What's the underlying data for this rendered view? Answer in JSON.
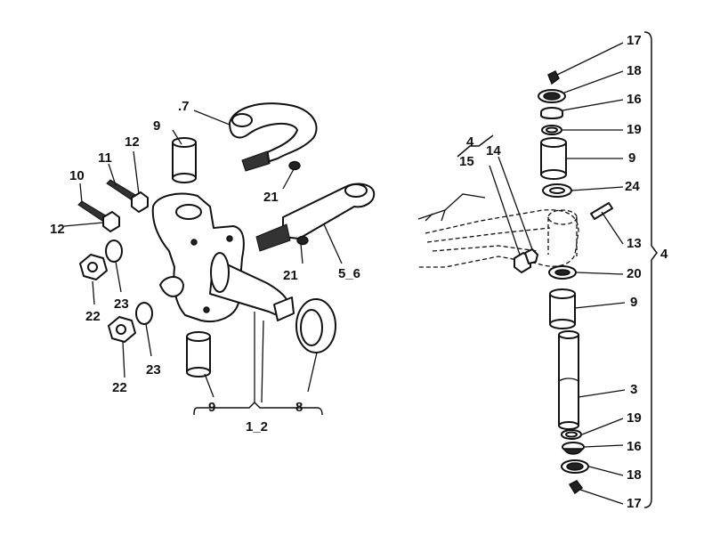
{
  "labels": {
    "p7": ".7",
    "p9_top": "9",
    "p12_top": "12",
    "p11": "11",
    "p10": "10",
    "p12_left": "12",
    "p21_top": "21",
    "p21_bottom": "21",
    "p5_6": "5_6",
    "p22_top": "22",
    "p23_top": "23",
    "p22_bottom": "22",
    "p23_bottom": "23",
    "p9_bottom": "9",
    "p8": "8",
    "p1_2": "1_2",
    "p4_left": "4",
    "p15": "15",
    "p14": "14",
    "p17_top": "17",
    "p18_top": "18",
    "p16_top": "16",
    "p19_top": "19",
    "p9_right_top": "9",
    "p24": "24",
    "p13": "13",
    "p4_right": "4",
    "p20": "20",
    "p9_right_mid": "9",
    "p3": "3",
    "p19_bottom": "19",
    "p16_bottom": "16",
    "p18_bottom": "18",
    "p17_bottom": "17"
  }
}
